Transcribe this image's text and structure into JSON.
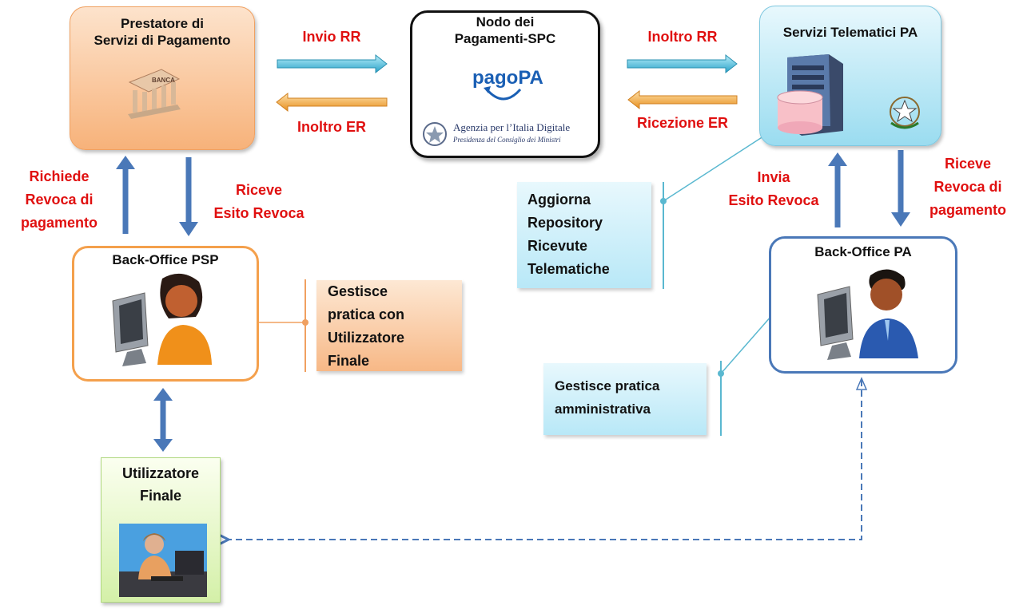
{
  "nodes": {
    "psp": {
      "title_line1": "Prestatore  di",
      "title_line2": "Servizi di Pagamento",
      "icon_label": "BANCA"
    },
    "nodo": {
      "title_line1": "Nodo dei",
      "title_line2": "Pagamenti-SPC",
      "logo": "pagoPA",
      "agid_line1": "Agenzia per l’Italia Digitale",
      "agid_line2": "Presidenza del Consiglio dei Ministri"
    },
    "pa": {
      "title": "Servizi Telematici PA"
    },
    "bo_psp": {
      "title": "Back-Office PSP"
    },
    "bo_pa": {
      "title": "Back-Office PA"
    },
    "user": {
      "title_line1": "Utilizzatore",
      "title_line2": "Finale"
    }
  },
  "edges": {
    "invio_rr": "Invio RR",
    "inoltro_er": "Inoltro ER",
    "inoltro_rr": "Inoltro RR",
    "ricezione_er": "Ricezione ER",
    "richiede_revoca": [
      "Richiede",
      "Revoca di",
      "pagamento"
    ],
    "riceve_esito": [
      "Riceve",
      "Esito Revoca"
    ],
    "invia_esito": [
      "Invia",
      "Esito Revoca"
    ],
    "riceve_revoca": [
      "Riceve",
      "Revoca di",
      "pagamento"
    ]
  },
  "notes": {
    "repository": [
      "Aggiorna",
      "Repository",
      "Ricevute",
      "Telematiche"
    ],
    "psp_pratica": [
      "Gestisce",
      "pratica  con",
      "Utilizzatore",
      "Finale"
    ],
    "pa_pratica": [
      "Gestisce pratica",
      "amministrativa"
    ]
  },
  "colors": {
    "arrow_blue": "#4a78b8",
    "arrow_cyan": "#3cb0d0",
    "arrow_orange": "#f0a030",
    "label_red": "#e01010",
    "psp_orange": "#f7b27a",
    "pa_cyan": "#9adcf0",
    "user_green": "#d4f0a8"
  }
}
